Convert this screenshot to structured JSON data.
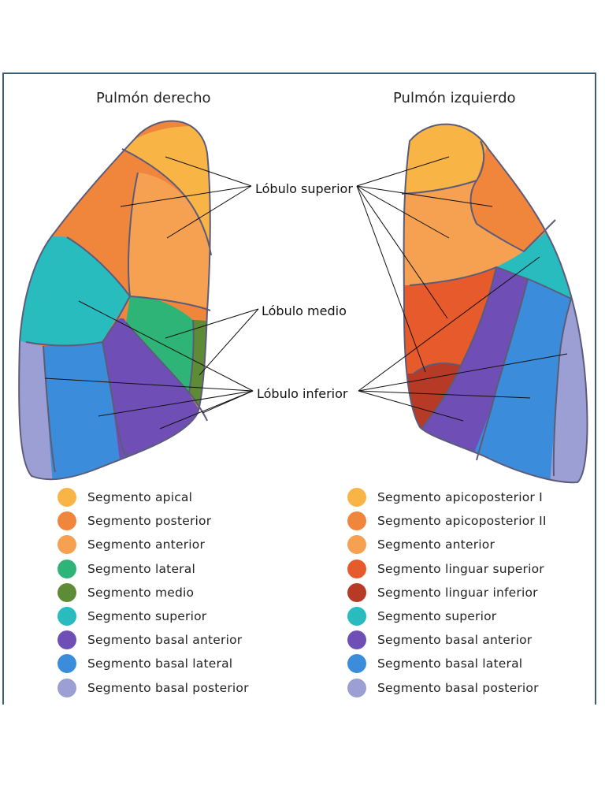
{
  "titles": {
    "right_lung": "Pulmón derecho",
    "left_lung": "Pulmón izquierdo"
  },
  "callouts": {
    "superior": "Lóbulo superior",
    "medio": "Lóbulo medio",
    "inferior": "Lóbulo inferior"
  },
  "colors": {
    "apical": "#f8b445",
    "posterior": "#f0863c",
    "anterior": "#f6a151",
    "lateral": "#2fb477",
    "medio": "#5e8b36",
    "superior": "#28bcbf",
    "basal_anterior": "#6f4fb5",
    "basal_lateral": "#3b8ddc",
    "basal_posterior": "#9c9fd3",
    "lingular_superior": "#e65a2b",
    "lingular_inferior": "#b73a26",
    "border": "#5c5c7a",
    "frame": "#3e5e74"
  },
  "legend_right_lung": [
    {
      "label": "Segmento apical",
      "color": "#f8b445"
    },
    {
      "label": "Segmento posterior",
      "color": "#f0863c"
    },
    {
      "label": "Segmento anterior",
      "color": "#f6a151"
    },
    {
      "label": "Segmento lateral",
      "color": "#2fb477"
    },
    {
      "label": "Segmento medio",
      "color": "#5e8b36"
    },
    {
      "label": "Segmento superior",
      "color": "#28bcbf"
    },
    {
      "label": "Segmento basal anterior",
      "color": "#6f4fb5"
    },
    {
      "label": "Segmento basal lateral",
      "color": "#3b8ddc"
    },
    {
      "label": "Segmento basal posterior",
      "color": "#9c9fd3"
    }
  ],
  "legend_left_lung": [
    {
      "label": "Segmento apicoposterior I",
      "color": "#f8b445"
    },
    {
      "label": "Segmento apicoposterior II",
      "color": "#f0863c"
    },
    {
      "label": "Segmento anterior",
      "color": "#f6a151"
    },
    {
      "label": "Segmento linguar superior",
      "color": "#e65a2b"
    },
    {
      "label": "Segmento linguar inferior",
      "color": "#b73a26"
    },
    {
      "label": "Segmento superior",
      "color": "#28bcbf"
    },
    {
      "label": "Segmento basal anterior",
      "color": "#6f4fb5"
    },
    {
      "label": "Segmento basal lateral",
      "color": "#3b8ddc"
    },
    {
      "label": "Segmento basal posterior",
      "color": "#9c9fd3"
    }
  ]
}
